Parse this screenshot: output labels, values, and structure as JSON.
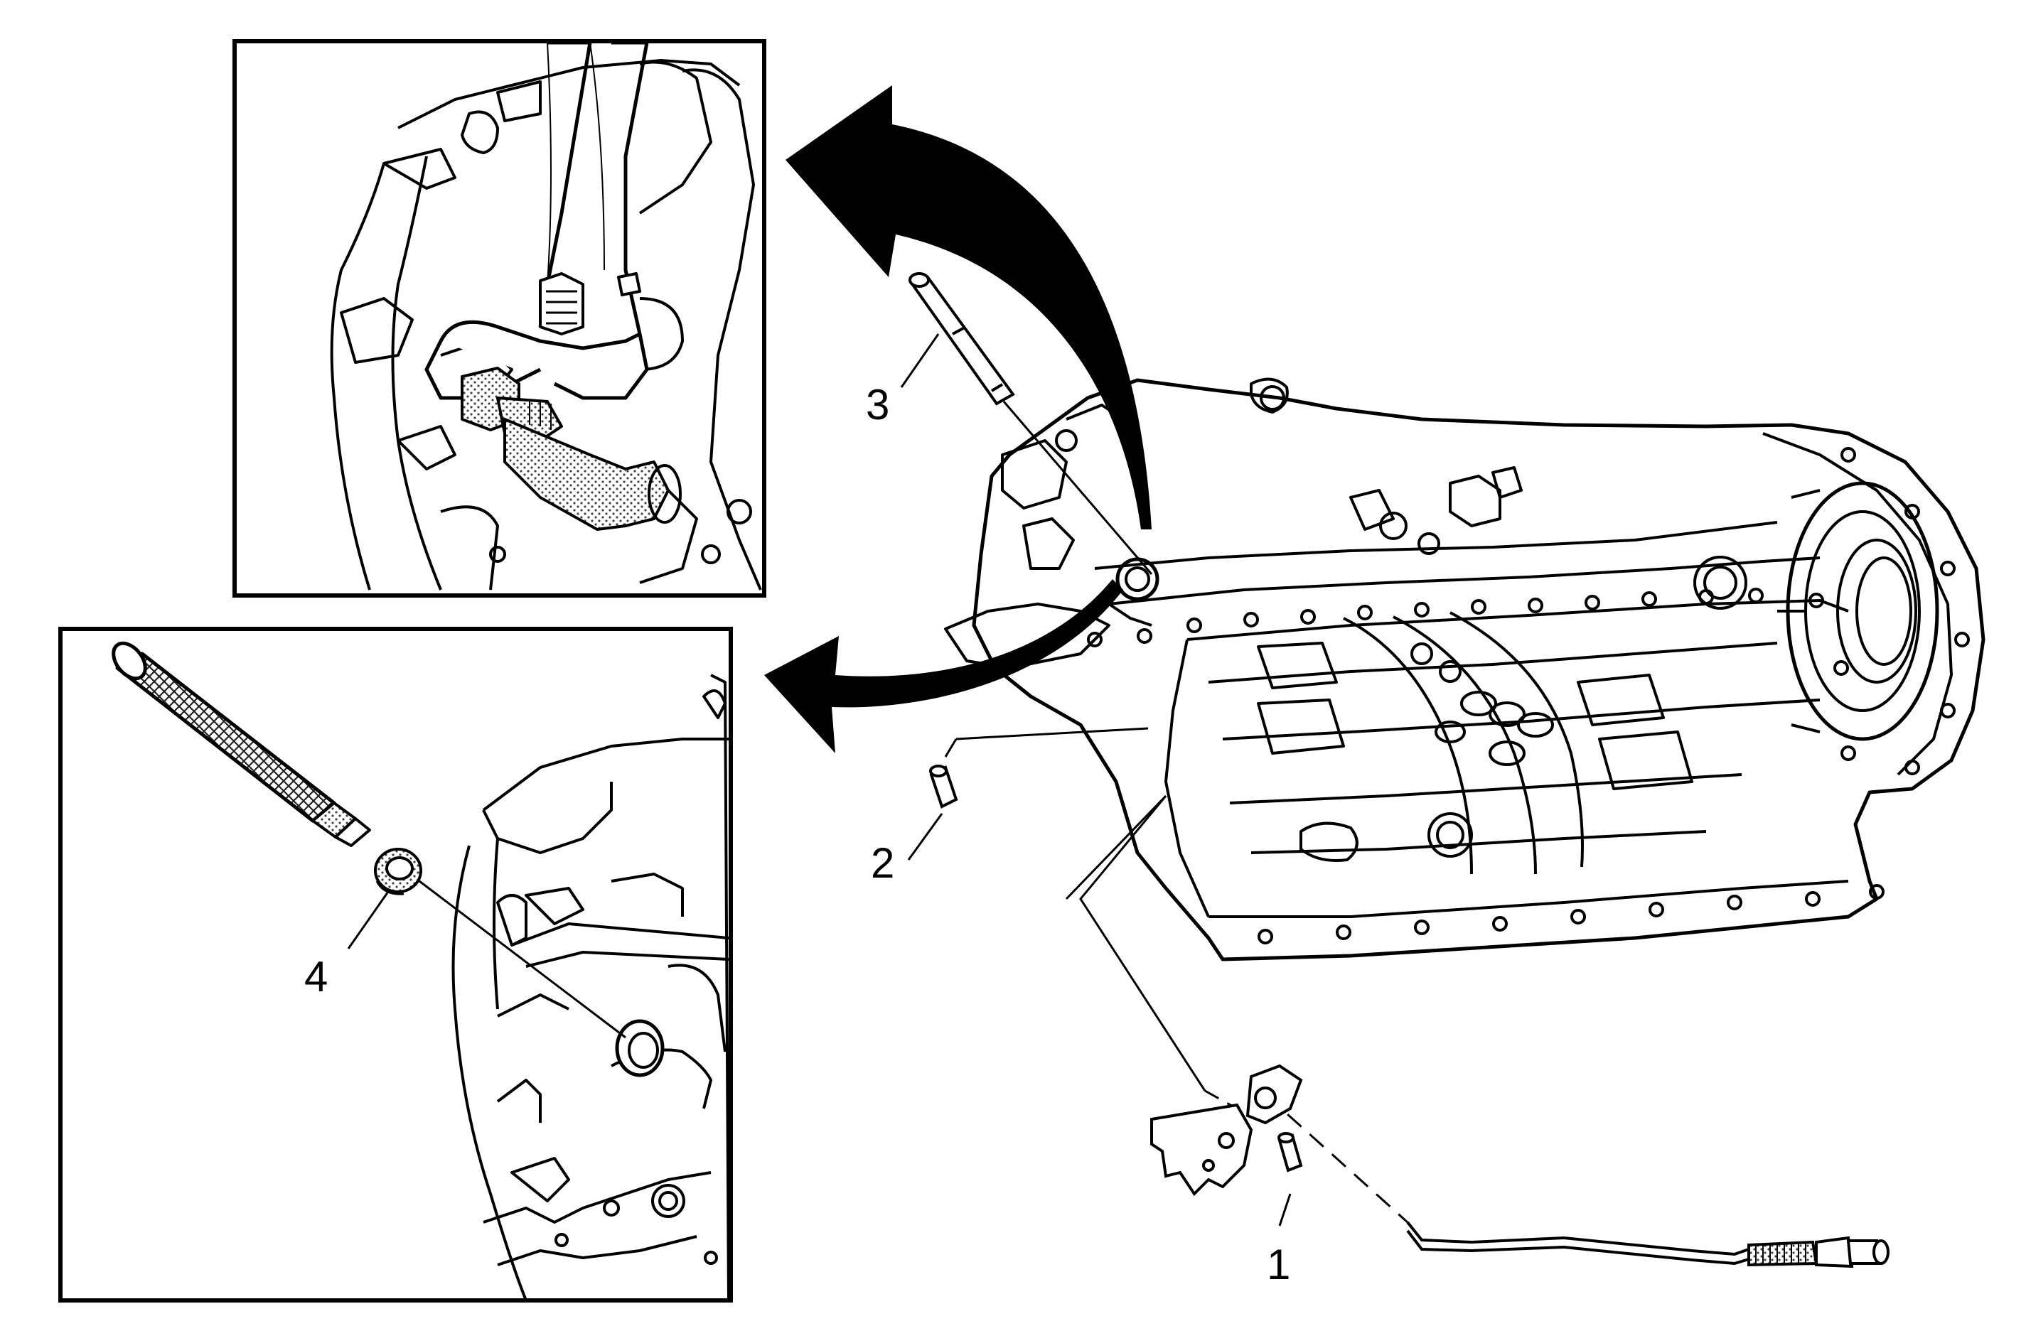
{
  "figure": {
    "callouts": [
      {
        "id": "1",
        "label": "1"
      },
      {
        "id": "2",
        "label": "2"
      },
      {
        "id": "3",
        "label": "3"
      },
      {
        "id": "4",
        "label": "4"
      }
    ],
    "colors": {
      "line": "#000000",
      "background": "#ffffff",
      "stipple": "#555555"
    }
  }
}
